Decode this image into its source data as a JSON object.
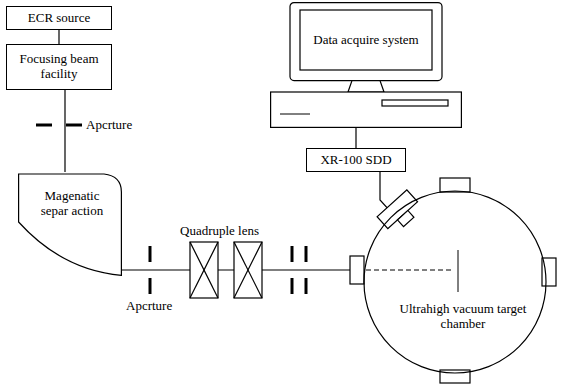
{
  "diagram": {
    "nodes": [
      {
        "text": [
          "ECR source"
        ]
      },
      {
        "text": [
          "Focusing beam facility"
        ]
      },
      {
        "text": [
          "Magenatic separ action"
        ]
      },
      {
        "text": [
          "Data acquire system"
        ]
      },
      {
        "text": [
          "XR-100 SDD"
        ]
      },
      {
        "text": [
          "Ultrahigh vacuum target chamber"
        ]
      }
    ],
    "edges": [
      {
        "from": 0,
        "to": 1,
        "arrow": "none"
      },
      {
        "from": 1,
        "to": 2,
        "arrow": "none"
      },
      {
        "from": 2,
        "to": 5,
        "arrow": "none"
      },
      {
        "from": 3,
        "to": 4,
        "arrow": "none"
      },
      {
        "from": 4,
        "to": 5,
        "arrow": "none"
      }
    ],
    "labels": [
      "Apcrture",
      "Quadruple lens",
      "Apcrture"
    ]
  }
}
